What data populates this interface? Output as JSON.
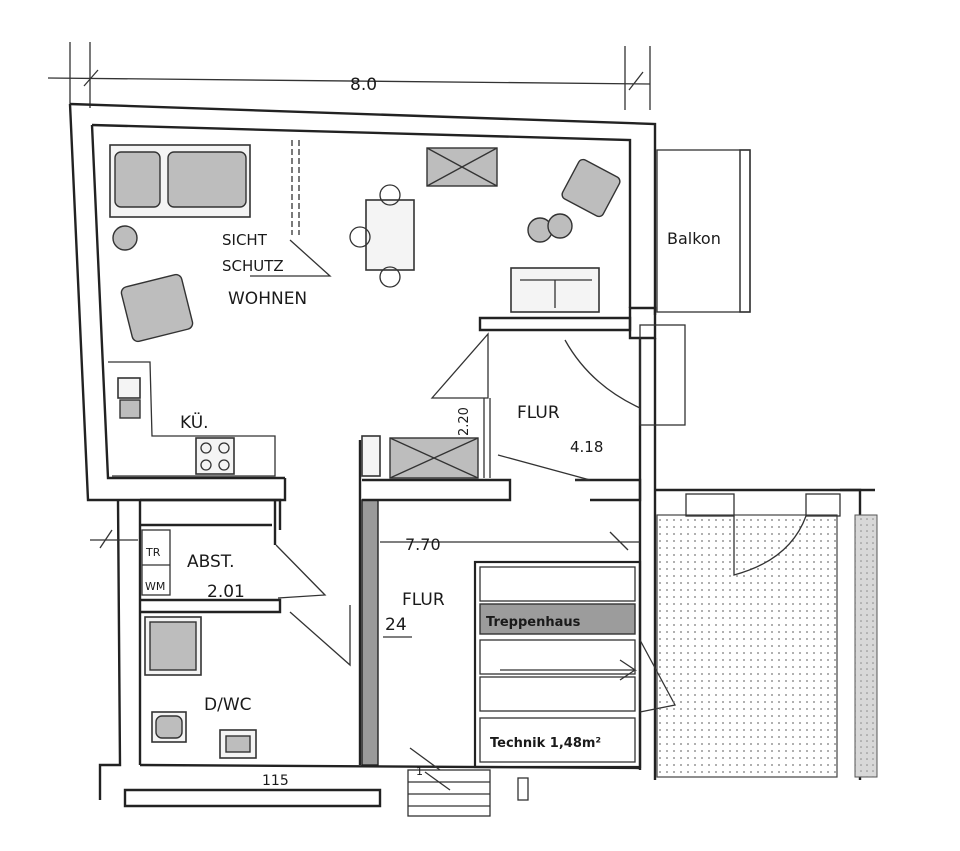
{
  "dimensions": {
    "top_width": "8.0",
    "hall_depth": "7.70",
    "bottom": "115",
    "stair_small": "1"
  },
  "rooms": {
    "sichtschutz_line1": "SICHT",
    "sichtschutz_line2": "SCHUTZ",
    "wohnen": "WOHNEN",
    "kueche": "KÜ.",
    "flur_upper": "FLUR",
    "flur_upper_area": "4.18",
    "flur_upper_height": "2.20",
    "balkon": "Balkon",
    "abst": "ABST.",
    "abst_area": "2.01",
    "tr": "TR",
    "wm": "WM",
    "flur_lower": "FLUR",
    "flur_lower_area": "24",
    "dwc": "D/WC",
    "treppenhaus": "Treppenhaus",
    "technik": "Technik 1,48m²"
  },
  "colors": {
    "ink": "#222222",
    "shade": "#bdbdbd",
    "paper": "#ffffff"
  }
}
